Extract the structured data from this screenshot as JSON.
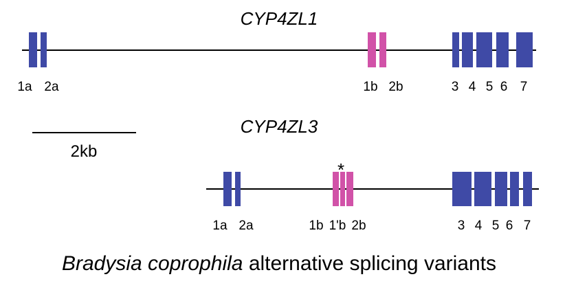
{
  "genes": [
    {
      "name": "CYP4ZL1",
      "exon_labels": [
        "1a",
        "2a",
        "1b",
        "2b",
        "3",
        "4",
        "5",
        "6",
        "7"
      ]
    },
    {
      "name": "CYP4ZL3",
      "exon_labels": [
        "1a",
        "2a",
        "1b",
        "1'b",
        "2b",
        "3",
        "4",
        "5",
        "6",
        "7"
      ],
      "marker": "*"
    }
  ],
  "scale_bar": {
    "label": "2kb"
  },
  "caption": {
    "species": "Bradysia coprophila",
    "text": "alternative splicing variants"
  },
  "colors": {
    "constitutive_exon": "#3f4aa6",
    "alternative_exon": "#d152a8",
    "line": "#000000"
  }
}
